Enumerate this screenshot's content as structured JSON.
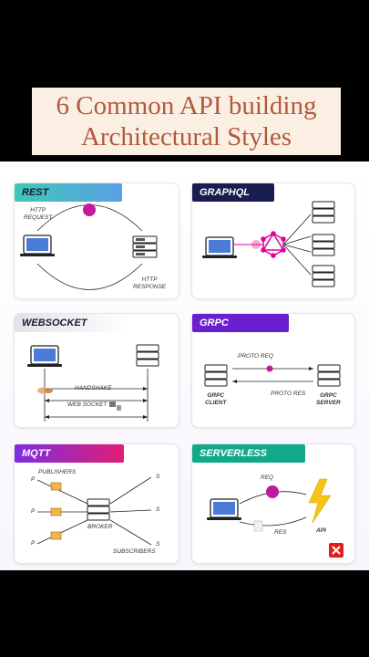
{
  "title": {
    "line1": "6 Common API building",
    "line2": "Architectural Styles"
  },
  "cards": {
    "rest": {
      "label": "REST",
      "http_request": [
        "HTTP",
        "REQUEST"
      ],
      "http_response": [
        "HTTP",
        "RESPONSE"
      ],
      "colors": {
        "label_from": "#3ec7b8",
        "label_to": "#5aa0e6",
        "dot": "#c21a9a"
      }
    },
    "graphql": {
      "label": "GRAPHQL",
      "colors": {
        "label": "#1a1d4f",
        "accent": "#e10098"
      }
    },
    "websocket": {
      "label": "WEBSOCKET",
      "handshake": "HANDSHAKE",
      "web_socket": "WEB SOCKET",
      "colors": {
        "label_from": "#eaeaf0",
        "label_to": "#ffffff"
      }
    },
    "grpc": {
      "label": "GRPC",
      "proto_req": "PROTO REQ",
      "proto_res": "PROTO RES",
      "client": [
        "GRPC",
        "CLIENT"
      ],
      "server": [
        "GRPC",
        "SERVER"
      ],
      "colors": {
        "label": "#6a1fd1",
        "dot": "#c21a9a"
      }
    },
    "mqtt": {
      "label": "MQTT",
      "publishers": "PUBLISHERS",
      "broker": "BROKER",
      "subscribers": "SUBSCRIBERS",
      "p": "P",
      "s": "S",
      "colors": {
        "label_from": "#7b2fe0",
        "label_to": "#e11d74"
      }
    },
    "serverless": {
      "label": "SERVERLESS",
      "req": "REQ",
      "res": "RES",
      "api": "API",
      "colors": {
        "label": "#11a98a",
        "bolt": "#f5c518",
        "dot": "#c21a9a"
      }
    }
  }
}
